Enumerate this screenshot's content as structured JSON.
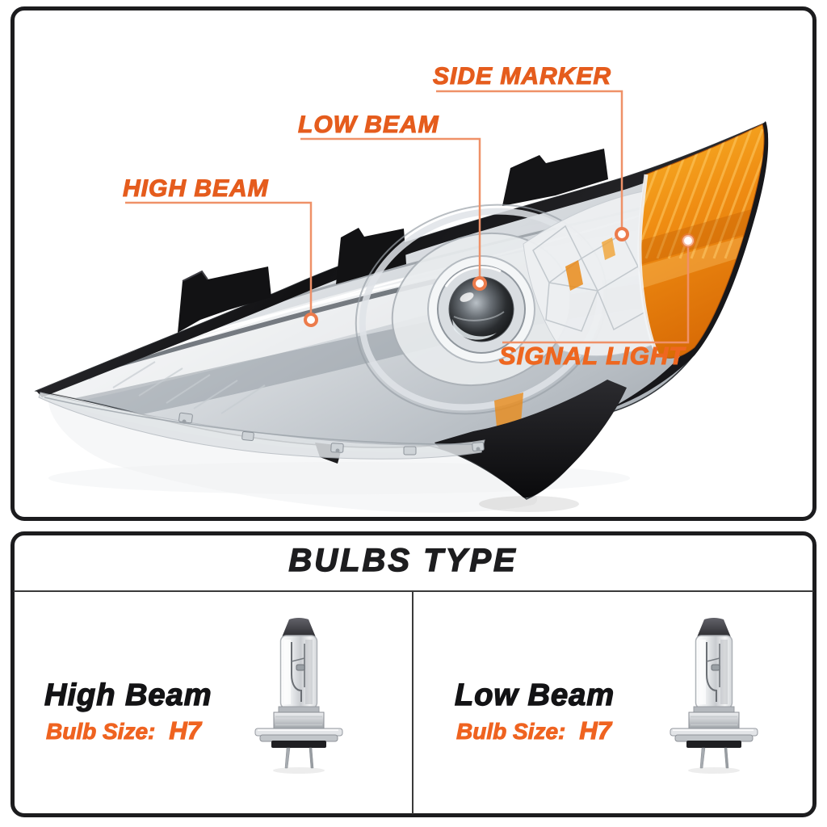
{
  "colors": {
    "accent_orange": "#E55C1D",
    "accent_orange_bright": "#EF6320",
    "leader_line": "#EF9168",
    "panel_border": "#1C1C1E",
    "divider": "#3A3A3A",
    "amber_marker": "#EF8C12",
    "title_black": "#1D1D1F"
  },
  "diagram": {
    "labels": [
      {
        "id": "high-beam",
        "text": "HIGH BEAM"
      },
      {
        "id": "low-beam",
        "text": "LOW BEAM"
      },
      {
        "id": "side-marker",
        "text": "SIDE MARKER"
      },
      {
        "id": "signal-light",
        "text": "SIGNAL LIGHT"
      }
    ]
  },
  "bulbs_panel": {
    "title": "BULBS TYPE",
    "columns": [
      {
        "name": "High Beam",
        "size_label": "Bulb Size:",
        "size_value": "H7",
        "bulb_type": "H7 halogen bulb"
      },
      {
        "name": "Low Beam",
        "size_label": "Bulb Size:",
        "size_value": "H7",
        "bulb_type": "H7 halogen bulb"
      }
    ]
  }
}
